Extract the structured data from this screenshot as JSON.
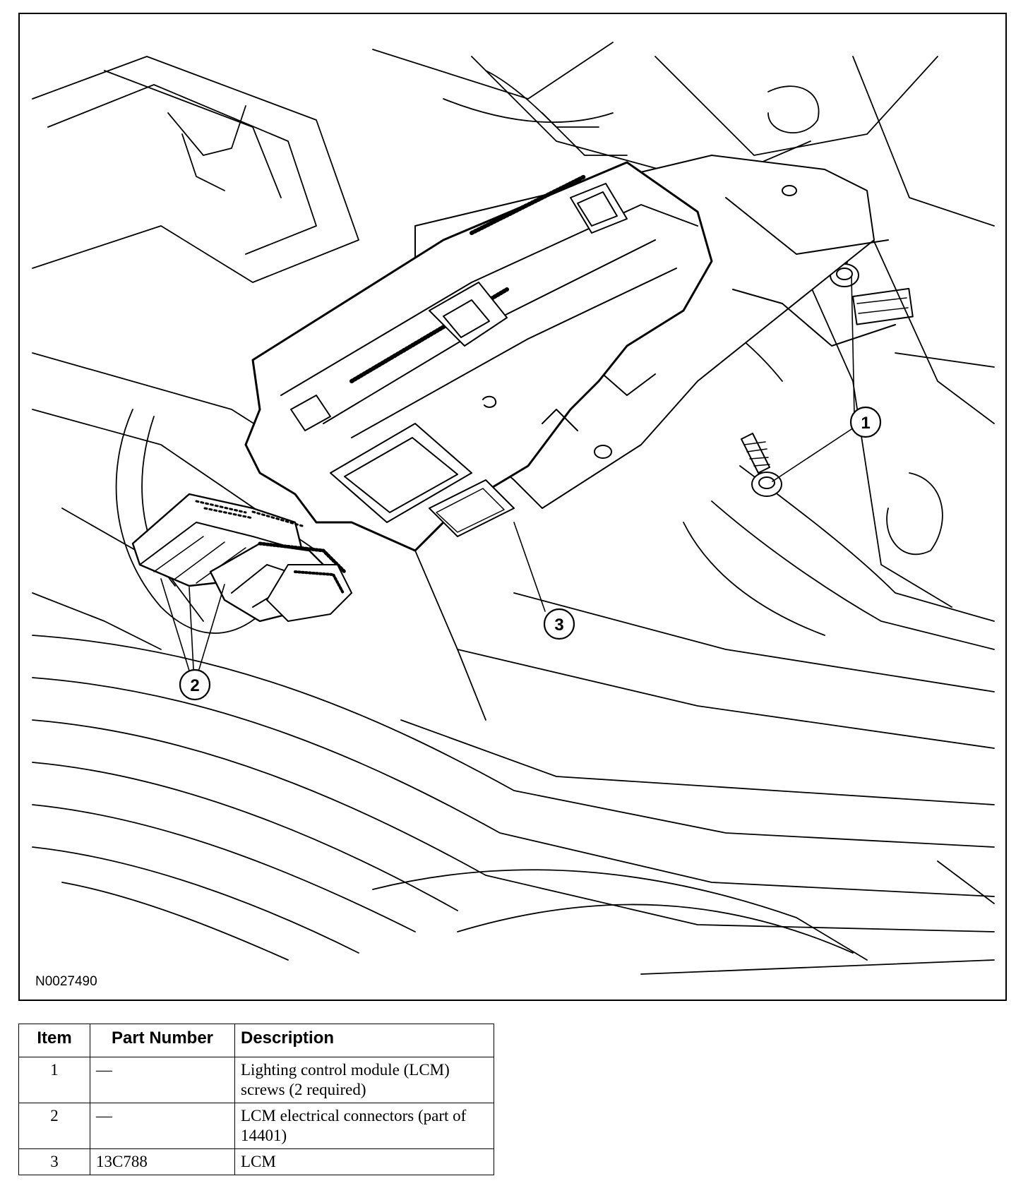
{
  "figure": {
    "id": "N0027490",
    "callouts": [
      {
        "label": "1"
      },
      {
        "label": "2"
      },
      {
        "label": "3"
      }
    ]
  },
  "legend": {
    "headers": [
      "Item",
      "Part Number",
      "Description"
    ],
    "rows": [
      {
        "item": "1",
        "part_number": "—",
        "description": "Lighting control module (LCM) screws (2 required)"
      },
      {
        "item": "2",
        "part_number": "—",
        "description": "LCM electrical connectors (part of 14401)"
      },
      {
        "item": "3",
        "part_number": "13C788",
        "description": "LCM"
      }
    ]
  }
}
